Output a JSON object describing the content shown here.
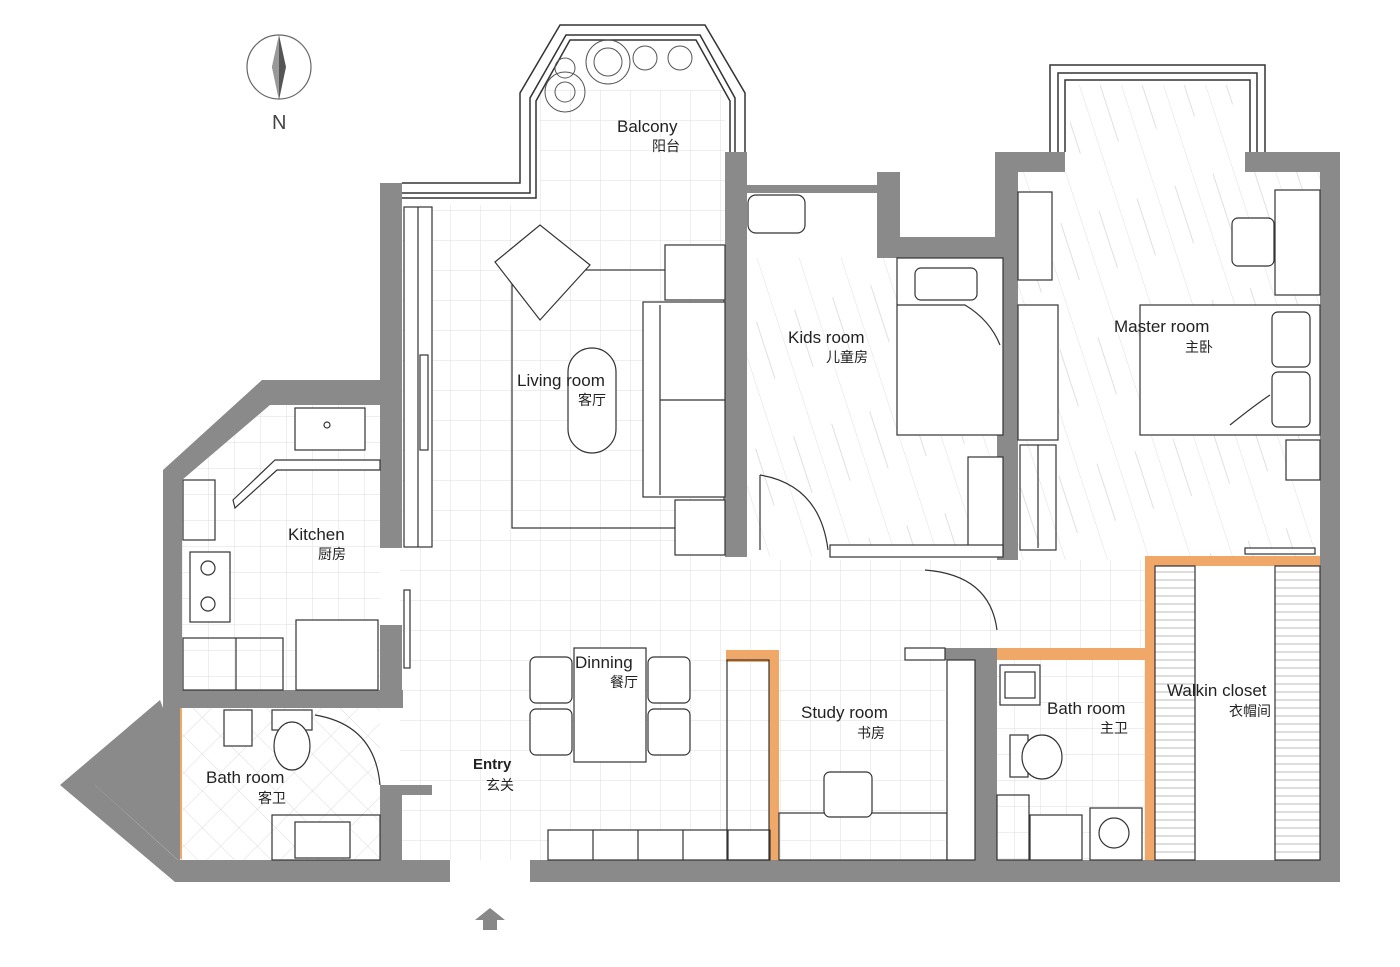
{
  "compass": {
    "label": "N"
  },
  "rooms": {
    "balcony": {
      "en": "Balcony",
      "zh": "阳台"
    },
    "living": {
      "en": "Living room",
      "zh": "客厅"
    },
    "kids": {
      "en": "Kids room",
      "zh": "儿童房"
    },
    "master": {
      "en": "Master room",
      "zh": "主卧"
    },
    "kitchen": {
      "en": "Kitchen",
      "zh": "厨房"
    },
    "dining": {
      "en": "Dinning",
      "zh": "餐厅"
    },
    "study": {
      "en": "Study room",
      "zh": "书房"
    },
    "guestbath": {
      "en": "Bath room",
      "zh": "客卫"
    },
    "masterbath": {
      "en": "Bath room",
      "zh": "主卫"
    },
    "closet": {
      "en": "Walkin closet",
      "zh": "衣帽间"
    },
    "entry": {
      "en": "Entry",
      "zh": "玄关"
    }
  },
  "colors": {
    "wall": "#8a8a8a",
    "accent": "#f0a868",
    "line": "#333333",
    "grid": "#d8d8d8"
  },
  "icons": [
    "compass-icon",
    "entry-arrow-icon"
  ]
}
